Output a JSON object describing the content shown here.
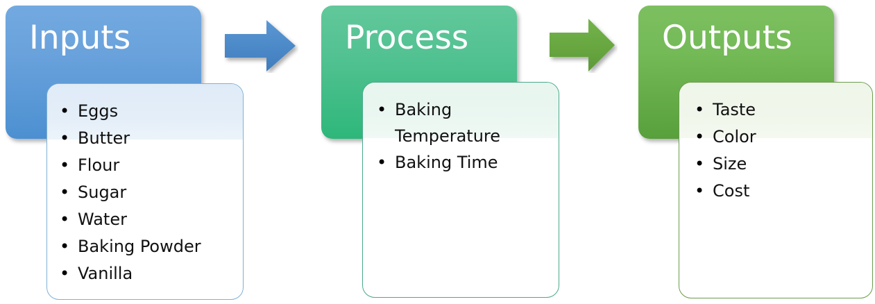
{
  "diagram": {
    "title": "Inputs Process Outputs baking diagram",
    "type": "input-process-output flow"
  },
  "stages": [
    {
      "id": "inputs",
      "title": "Inputs",
      "header_color_top": "#72a9e0",
      "header_color_bottom": "#4c90d1",
      "border_color": "#7fb0d4",
      "items": [
        "Eggs",
        "Butter",
        "Flour",
        "Sugar",
        "Water",
        "Baking Powder",
        "Vanilla"
      ]
    },
    {
      "id": "process",
      "title": "Process",
      "header_color_top": "#61c89a",
      "header_color_bottom": "#2eb77a",
      "border_color": "#4aa98a",
      "items": [
        "Baking Temperature",
        "Baking Time"
      ]
    },
    {
      "id": "outputs",
      "title": "Outputs",
      "header_color_top": "#7cbf60",
      "header_color_bottom": "#58a03b",
      "border_color": "#6a9c4b",
      "items": [
        "Taste",
        "Color",
        "Size",
        "Cost"
      ]
    }
  ],
  "connectors": [
    {
      "id": "arrow-inputs-to-process",
      "icon": "right-arrow-icon",
      "color": "#4a86c8",
      "direction": "right"
    },
    {
      "id": "arrow-process-to-outputs",
      "icon": "right-arrow-icon",
      "color": "#6aab41",
      "direction": "right"
    }
  ]
}
